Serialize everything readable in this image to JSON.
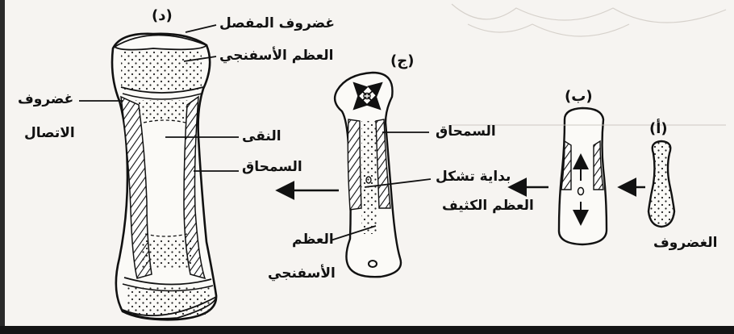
{
  "stages": {
    "a": "(أ)",
    "b": "(ب)",
    "c": "(ج)",
    "d": "(د)"
  },
  "labels": {
    "cartilage": "الغضروف",
    "periosteum_c": "السمحاق",
    "compact_start_1": "بداية تشكل",
    "compact_start_2": "العظم الكثيف",
    "spongy_c_1": "العظم",
    "spongy_c_2": "الأسفنجي",
    "joint_cartilage": "غضروف المفصل",
    "spongy_d": "العظم الأسفنجي",
    "connection_cartilage_1": "غضروف",
    "connection_cartilage_2": "الاتصال",
    "marrow": "النقى",
    "periosteum_d": "السمحاق"
  },
  "colors": {
    "ink": "#111111",
    "background": "#f6f4f1",
    "bone_fill": "#fbfaf7"
  }
}
